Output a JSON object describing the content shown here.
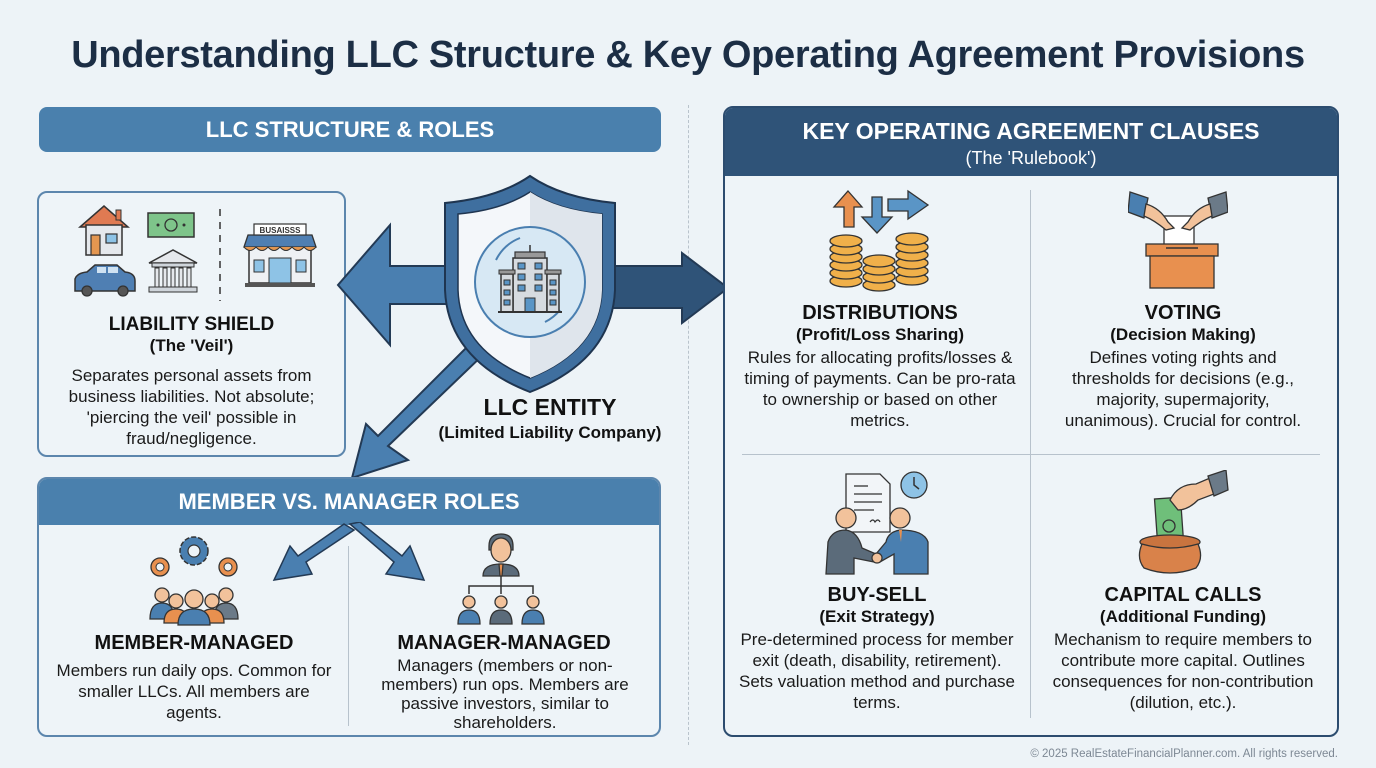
{
  "title": "Understanding LLC Structure & Key Operating Agreement Provisions",
  "left_section": {
    "banner": "LLC STRUCTURE & ROLES",
    "liability_shield": {
      "icons": [
        "house-icon",
        "cash-icon",
        "car-icon",
        "bank-icon",
        "business-storefront-icon"
      ],
      "storefront_sign": "BUSAISSS",
      "title": "LIABILITY SHIELD",
      "subtitle": "(The 'Veil')",
      "description": "Separates personal assets from business liabilities. Not absolute; 'piercing the veil' possible in fraud/negligence."
    },
    "entity": {
      "icon": "shield-building-icon",
      "title": "LLC ENTITY",
      "subtitle": "(Limited Liability Company)"
    },
    "roles": {
      "header": "MEMBER VS. MANAGER ROLES",
      "member_managed": {
        "icon": "team-gears-icon",
        "title": "MEMBER-MANAGED",
        "description": "Members run daily ops. Common for smaller LLCs. All members are agents."
      },
      "manager_managed": {
        "icon": "org-chart-icon",
        "title": "MANAGER-MANAGED",
        "description": "Managers (members or non-members) run ops. Members are passive investors, similar to shareholders."
      }
    }
  },
  "right_section": {
    "header": "KEY OPERATING AGREEMENT CLAUSES",
    "subheader": "(The 'Rulebook')",
    "clauses": [
      {
        "icon": "coins-arrows-icon",
        "title": "DISTRIBUTIONS",
        "subtitle": "(Profit/Loss Sharing)",
        "description": "Rules for allocating profits/losses & timing of payments. Can be pro-rata to ownership or based on other metrics."
      },
      {
        "icon": "ballot-box-icon",
        "title": "VOTING",
        "subtitle": "(Decision Making)",
        "description": "Defines voting rights and thresholds for decisions (e.g., majority, supermajority, unanimous). Crucial for control."
      },
      {
        "icon": "handshake-contract-icon",
        "title": "BUY-SELL",
        "subtitle": "(Exit Strategy)",
        "description": "Pre-determined process for member exit (death, disability, retirement). Sets valuation method and purchase terms."
      },
      {
        "icon": "money-pot-icon",
        "title": "CAPITAL CALLS",
        "subtitle": "(Additional Funding)",
        "description": "Mechanism to require members to contribute more capital. Outlines consequences for non-contribution (dilution, etc.)."
      }
    ]
  },
  "footer": "© 2025 RealEstateFinancialPlanner.com. All rights reserved.",
  "colors": {
    "title": "#1c2e45",
    "left_accent": "#4a80ad",
    "right_accent": "#2f5378",
    "orange": "#e8904f",
    "gold": "#f0b04a",
    "green": "#6fbf7a"
  }
}
